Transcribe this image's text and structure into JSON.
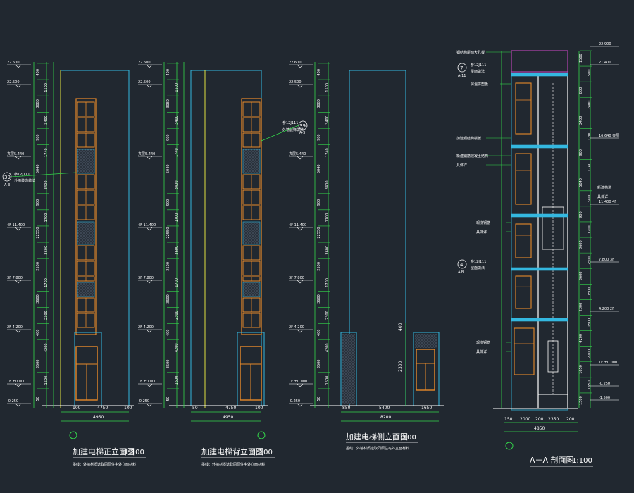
{
  "colors": {
    "background": "#212830",
    "dimension": "#33d64a",
    "outline": "#34b8e0",
    "window": "#e88a2a",
    "text": "#ffffff",
    "leader": "#33d64a",
    "hatch": "#8aa0b8",
    "magenta": "#d048c8"
  },
  "views": {
    "front": {
      "title": "加建电梯正立面图",
      "scale": "1:100",
      "note": "墨线：外墙材质选取同原住宅外立面材料",
      "dims_bottom": [
        "100",
        "4750",
        "100"
      ],
      "dim_total": "4950",
      "elev_labels": [
        "22.600",
        "22.500",
        "夹层5.440",
        "4F 11.400",
        "3F 7.800",
        "2F 4.200",
        "1F ±0.000",
        "-0.250"
      ],
      "tag_num": "39",
      "tag_ref": "A-3",
      "tag_text": "参12J111",
      "tag_sub": "外墙装饰做法",
      "vert_dims": [
        "400",
        "1500",
        "3080",
        "3400",
        "900",
        "1740",
        "5040",
        "3400",
        "900",
        "1700",
        "22550",
        "3600",
        "2500",
        "1700",
        "3600",
        "2300",
        "400",
        "4200",
        "3600",
        "1500",
        "50"
      ]
    },
    "back": {
      "title": "加建电梯背立面图",
      "scale": "1:100",
      "note": "墨线：外墙材质选取同原住宅外立面材料",
      "dims_bottom": [
        "50",
        "4750",
        "100"
      ],
      "dim_total": "4950",
      "elev_labels": [
        "22.600",
        "22.500",
        "夹层5.440",
        "4F 11.400",
        "3F 7.800",
        "2F 4.200",
        "1F ±0.000",
        "-0.250"
      ],
      "tag_num": "39",
      "tag_ref": "A-3",
      "tag_text": "参12J111",
      "tag_sub": "外墙装饰做法",
      "vert_dims": [
        "400",
        "1500",
        "3080",
        "3400",
        "900",
        "1740",
        "5040",
        "3400",
        "900",
        "1700",
        "22550",
        "3600",
        "2500",
        "1700",
        "3600",
        "2300",
        "400",
        "4200",
        "3600",
        "1500",
        "50"
      ]
    },
    "side": {
      "title": "加建电梯侧立面图",
      "scale": "1:100",
      "note": "墨线：外墙材质选取同原住宅外立面材料",
      "dims_bottom": [
        "850",
        "5400",
        "1650"
      ],
      "dim_total": "8200",
      "elev_labels": [
        "22.600",
        "22.500",
        "夹层5.440",
        "4F 11.400",
        "3F 7.800",
        "2F 4.200",
        "1F ±0.000",
        "-0.250"
      ],
      "vert_dims": [
        "400",
        "1500",
        "3080",
        "3400",
        "900",
        "1740",
        "5040",
        "3400",
        "900",
        "1700",
        "22550",
        "3600",
        "2500",
        "1700",
        "3600",
        "2300",
        "400",
        "4200",
        "3600",
        "1500",
        "50"
      ],
      "side_dims": [
        "400",
        "2300"
      ]
    },
    "section": {
      "title": "A－A  剖面图",
      "scale": "1:100",
      "dims_bottom": [
        "150",
        "2000",
        "200",
        "2350",
        "200"
      ],
      "dim_total": "4850",
      "elev_labels": [
        "22.900",
        "21.400",
        "16.640 夹层",
        "11.400 4F",
        "7.800 3F",
        "4.200 2F",
        "1F ±0.000",
        "-0.250",
        "-1.500"
      ],
      "vert_dims": [
        "1500",
        "1500",
        "800",
        "2400",
        "3400",
        "1200",
        "900",
        "1740",
        "5040",
        "3400",
        "900",
        "1700",
        "3600",
        "2500",
        "3600",
        "1500",
        "2300",
        "1500",
        "4200",
        "2200",
        "1650",
        "1650",
        "1500"
      ],
      "tag_num": "7",
      "tag_ref": "A-11",
      "tag_text": "参12J111",
      "tag_sub": "屋面做法",
      "tag2_num": "4",
      "tag2_ref": "A-B",
      "tag2_text": "参12J111",
      "tag2_sub": "屋面做法",
      "callouts": [
        "钢结构屋面大孔板",
        "保温挤塑板",
        "加建钢结构楼板",
        "新建钢筋混凝土结构",
        "具体详",
        "新建构造",
        "具体详",
        "现浇钢筋",
        "具体详",
        "现浇钢筋",
        "具体详"
      ]
    }
  }
}
